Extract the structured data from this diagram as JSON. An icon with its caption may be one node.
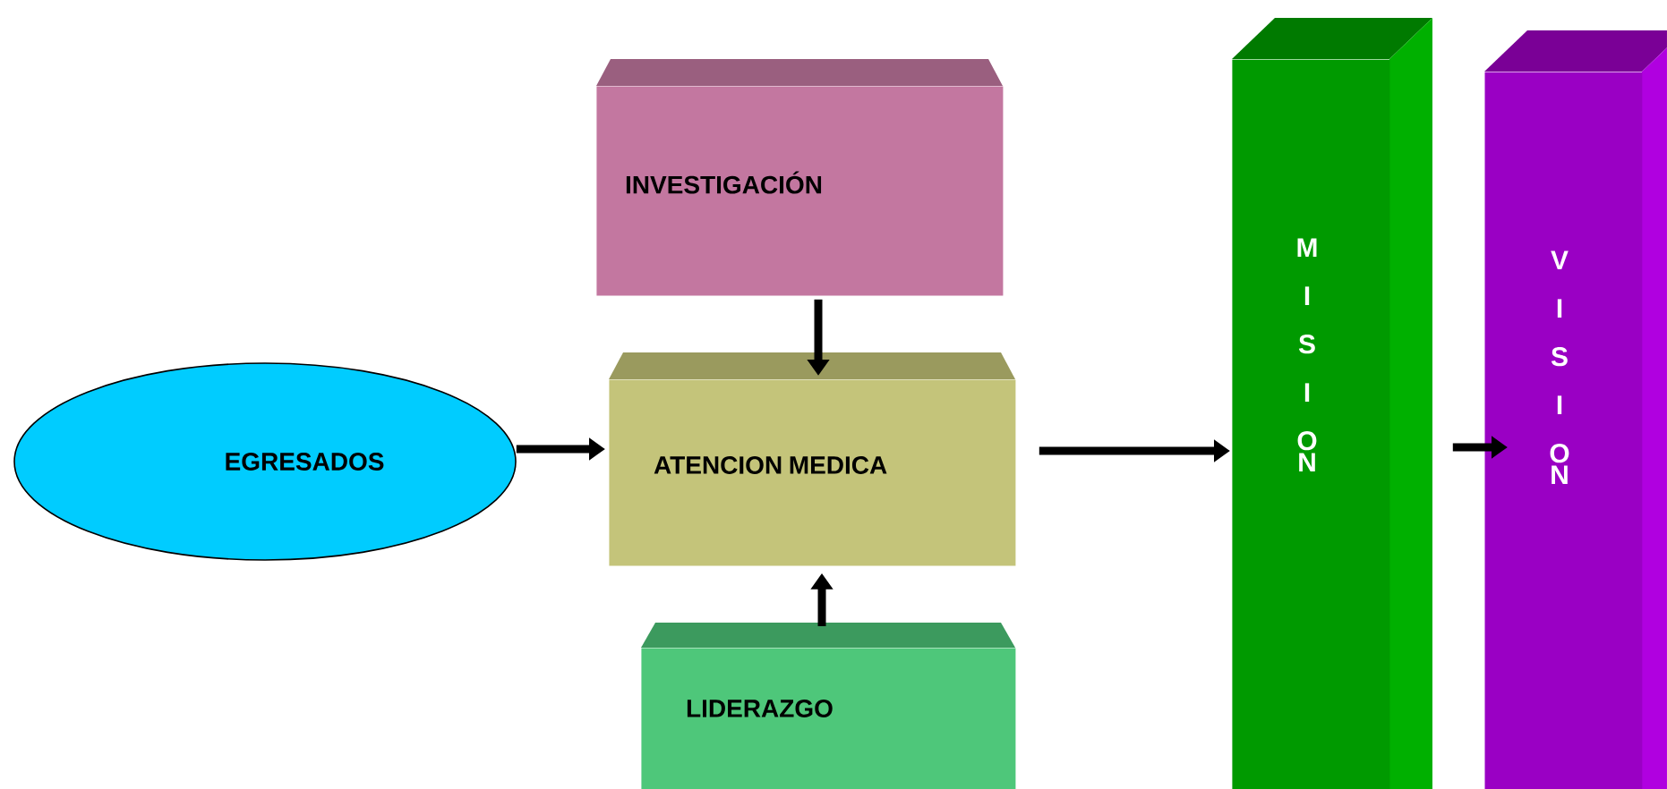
{
  "diagram": {
    "nodes": [
      {
        "text": [
          "INVESTIGACIÓN"
        ]
      },
      {
        "text": [
          "EGRESADOS"
        ]
      },
      {
        "text": [
          "ATENCION MEDICA"
        ]
      },
      {
        "text": [
          "LIDERAZGO"
        ]
      },
      {
        "text": [
          "MISION"
        ]
      },
      {
        "text": [
          "VISION"
        ]
      }
    ],
    "edges": [
      {
        "from": 0,
        "to": 2,
        "arrow": "to"
      },
      {
        "from": 3,
        "to": 2,
        "arrow": "to"
      },
      {
        "from": 1,
        "to": 2,
        "arrow": "to"
      },
      {
        "from": 2,
        "to": 4,
        "arrow": "to"
      },
      {
        "from": 4,
        "to": 5,
        "arrow": "to"
      }
    ]
  }
}
